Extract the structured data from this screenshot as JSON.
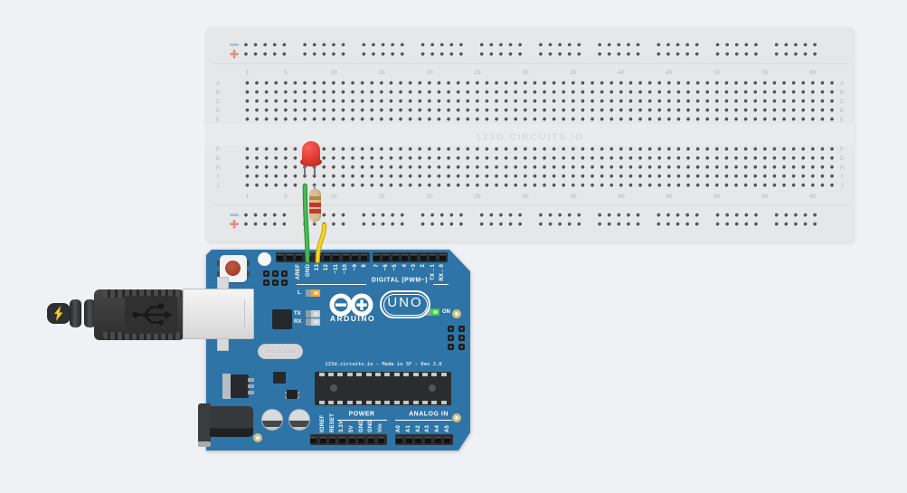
{
  "app": {
    "canvas_watermark": "123D.CIRCUITS.IO"
  },
  "breadboard": {
    "row_letters_top": [
      "A",
      "B",
      "C",
      "D",
      "E"
    ],
    "row_letters_bottom": [
      "F",
      "G",
      "H",
      "I",
      "J"
    ],
    "column_labels": [
      "1",
      "5",
      "10",
      "15",
      "20",
      "25",
      "30",
      "35",
      "40",
      "45",
      "50",
      "55",
      "60"
    ],
    "columns": 62,
    "rail_minus_symbol": "-",
    "rail_plus_symbol": "+"
  },
  "arduino": {
    "digital_header_label": "DIGITAL (PWM~)",
    "top_pins_left": [
      "AREF",
      "GND",
      "13",
      "12",
      "~11",
      "~10",
      "~9",
      "8"
    ],
    "top_pins_right": [
      "7",
      "~6",
      "~5",
      "4",
      "~3",
      "2",
      "TX→1",
      "RX←0"
    ],
    "power_title": "POWER",
    "analog_title": "ANALOG IN",
    "power_pins": [
      "IOREF",
      "RESET",
      "3.3V",
      "5V",
      "GND",
      "GND",
      "Vin"
    ],
    "analog_pins": [
      "A0",
      "A1",
      "A2",
      "A3",
      "A4",
      "A5"
    ],
    "logo_text": "ARDUINO",
    "badge_text": "UNO",
    "led_l_label": "L",
    "led_tx_label": "TX",
    "led_rx_label": "RX",
    "led_on_label": "ON",
    "crystal_text": "SPK16.000G",
    "board_note": "123d.circuits.io - Made in SF - Rev 3.0"
  },
  "colors": {
    "board_blue": "#2e74a6",
    "breadboard_gray": "#e6e7e8",
    "wire_green": "#46bd52",
    "wire_yellow": "#f7d620",
    "led_red": "#e23c33",
    "resistor_body": "#d9bd93",
    "resistor_band_gold": "#b08a3e",
    "resistor_band_red": "#c0392b",
    "rail_minus_color": "#9cc0dc",
    "rail_plus_color": "#dc9183",
    "indicator_amber": "#f0a43c",
    "indicator_green": "#42c94e"
  }
}
